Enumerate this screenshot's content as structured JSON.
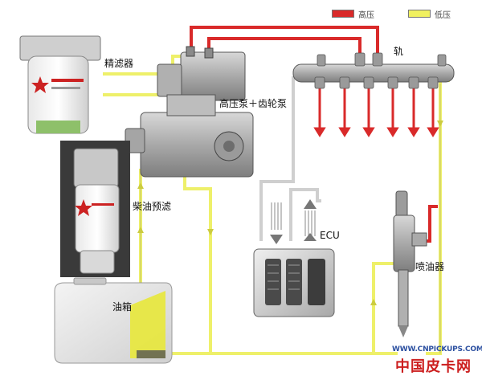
{
  "legend": {
    "high_pressure": {
      "label": "高压",
      "color": "#d92a2a"
    },
    "low_pressure": {
      "label": "低压",
      "color": "#f0f060"
    }
  },
  "labels": {
    "rail": "轨",
    "fine_filter": "精滤器",
    "pump": "高压泵＋齿轮泵",
    "pre_filter": "柴油预滤",
    "ecu": "ECU",
    "tank": "油箱",
    "injector": "喷油器"
  },
  "colors": {
    "high_pressure_line": "#d92a2a",
    "low_pressure_line": "#eef06a",
    "return_line": "#dcdcdc",
    "fuel": "#e8e83a"
  },
  "watermark": {
    "url": "WWW.CNPICKUPS.COM",
    "name": "中国皮卡网"
  }
}
